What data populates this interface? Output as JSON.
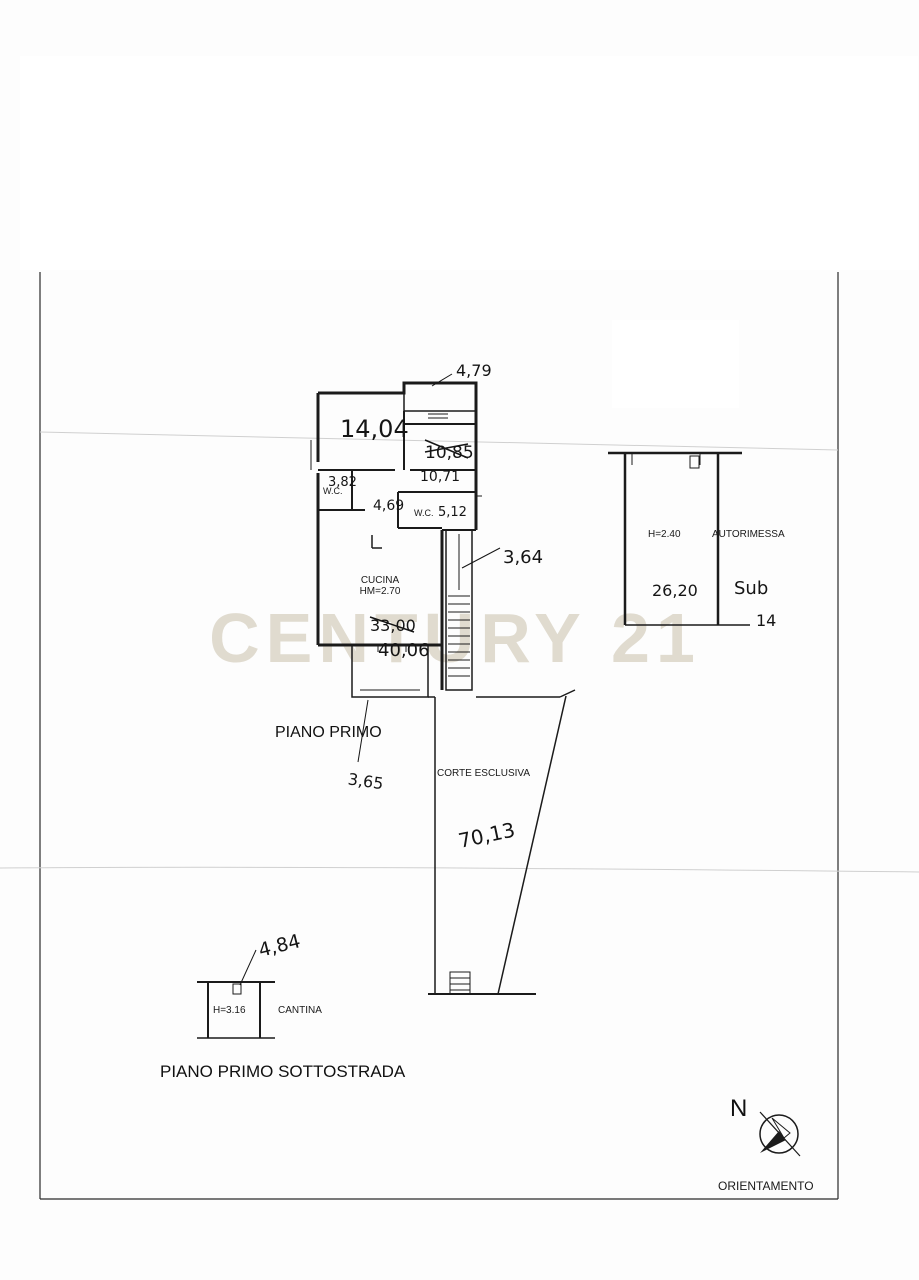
{
  "watermark": "CENTURY 21",
  "floors": {
    "piano_primo": {
      "title": "PIANO PRIMO",
      "cucina": {
        "name": "CUCINA",
        "height": "HM=2.70"
      },
      "wc_label": "W.C.",
      "corte_label": "CORTE ESCLUSIVA"
    },
    "autorimessa": {
      "name": "AUTORIMESSA",
      "height": "H=2.40",
      "sub_label": "Sub",
      "sub_number": "14"
    },
    "cantina": {
      "name": "CANTINA",
      "height": "H=3.16"
    },
    "sottostrada_title": "PIANO PRIMO SOTTOSTRADA"
  },
  "handwritten_areas": {
    "balcony_top": "4,79",
    "room_top_left": "14,04",
    "room_top_right_crossed": "10,85",
    "room_top_right": "10,71",
    "wc_left": "3,82",
    "corridor": "4,69",
    "wc_right": "5,12",
    "stair": "3,64",
    "kitchen_crossed": "33,00",
    "kitchen": "40,06",
    "balcony_bottom": "3,65",
    "corte": "70,13",
    "garage": "26,20",
    "cantina": "4,84"
  },
  "compass": {
    "north_letter": "N",
    "label": "ORIENTAMENTO"
  }
}
